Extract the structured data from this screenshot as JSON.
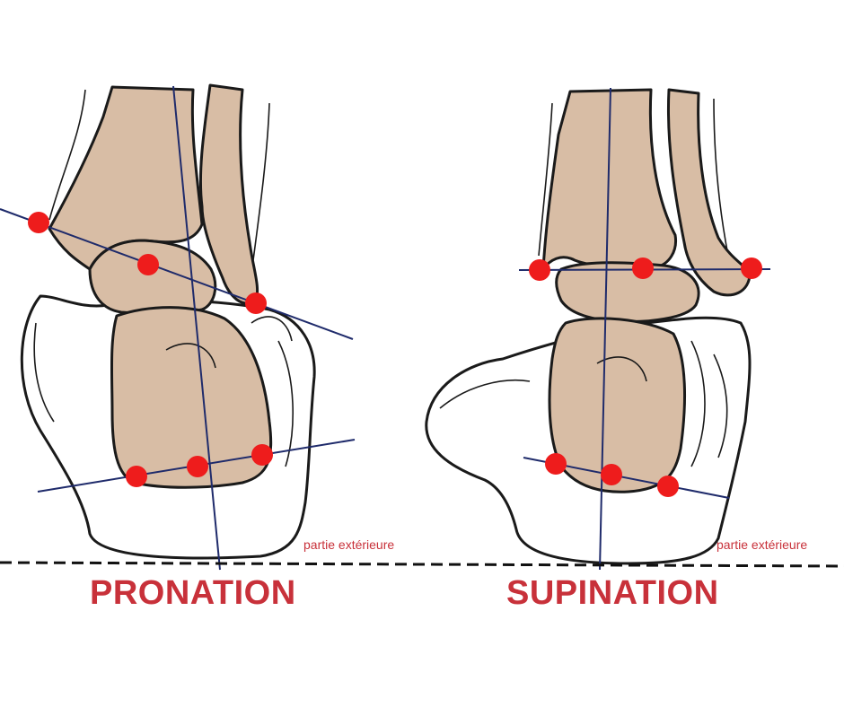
{
  "colors": {
    "bone": "#d8bda5",
    "outline": "#1a1a1a",
    "axis_line": "#1f2b6b",
    "marker": "#ee1c1c",
    "label": "#c8313a",
    "ground": "#111111"
  },
  "panels": [
    {
      "id": "pronation",
      "title": "PRONATION",
      "side_label": "partie extérieure"
    },
    {
      "id": "supination",
      "title": "SUPINATION",
      "side_label": "partie extérieure"
    }
  ]
}
